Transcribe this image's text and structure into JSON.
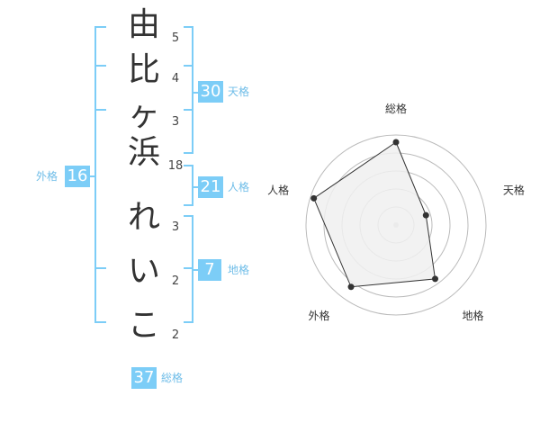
{
  "name": {
    "chars": [
      "由",
      "比",
      "ヶ",
      "浜",
      "れ",
      "い",
      "こ"
    ],
    "strokes": [
      "5",
      "4",
      "3",
      "18",
      "3",
      "2",
      "2"
    ]
  },
  "scores": {
    "tenkaku": {
      "value": "30",
      "label": "天格"
    },
    "jinkaku": {
      "value": "21",
      "label": "人格"
    },
    "chikaku": {
      "value": "7",
      "label": "地格"
    },
    "gaikaku": {
      "value": "16",
      "label": "外格"
    },
    "soukaku": {
      "value": "37",
      "label": "総格"
    }
  },
  "chart_data": {
    "type": "radar",
    "axes": [
      "総格",
      "天格",
      "地格",
      "外格",
      "人格"
    ],
    "values": [
      0.92,
      0.35,
      0.74,
      0.85,
      0.96
    ],
    "range": [
      0,
      1
    ],
    "rings": 5,
    "colors": {
      "fill": "#f0f0f0",
      "line": "#333333",
      "ring": "#bbbbbb",
      "point": "#333333"
    }
  },
  "colors": {
    "accent": "#7ccdf7",
    "bracket": "#7ccdf7",
    "label": "#6fbde8"
  }
}
